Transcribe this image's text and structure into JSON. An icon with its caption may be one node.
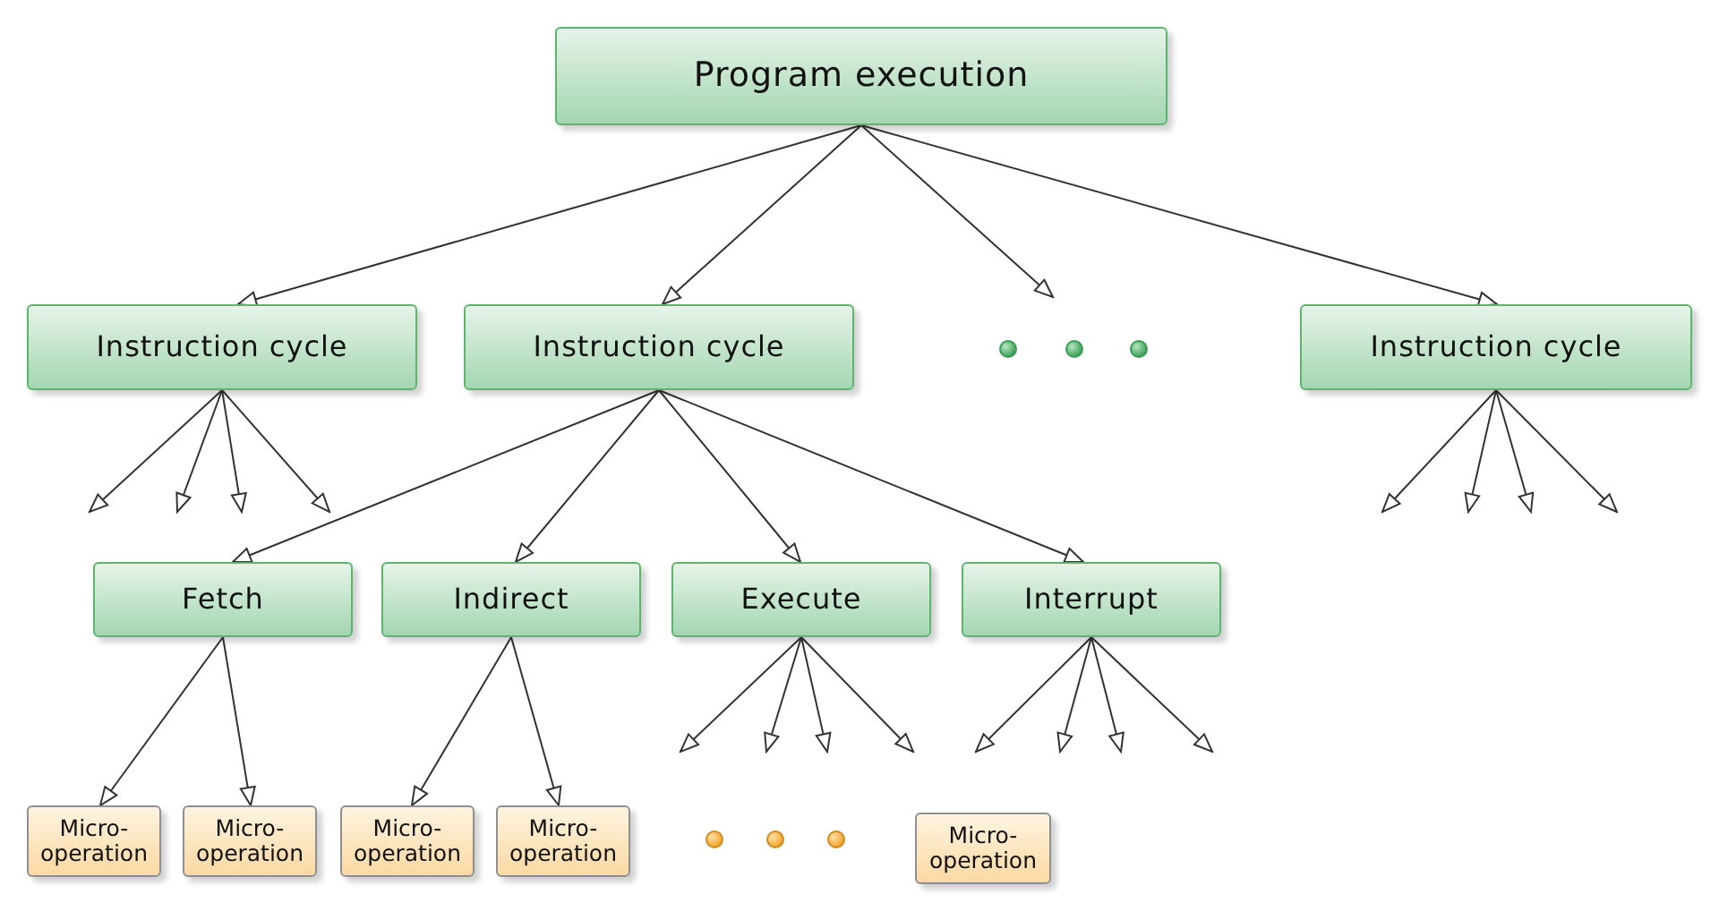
{
  "diagram": {
    "nodes": [
      {
        "text": [
          "Program execution"
        ]
      },
      {
        "text": [
          "Instruction cycle"
        ]
      },
      {
        "text": [
          "Instruction cycle"
        ]
      },
      {
        "text": [
          "Instruction cycle"
        ]
      },
      {
        "text": [
          "Fetch"
        ]
      },
      {
        "text": [
          "Indirect"
        ]
      },
      {
        "text": [
          "Execute"
        ]
      },
      {
        "text": [
          "Interrupt"
        ]
      },
      {
        "text": [
          "Micro-operation"
        ]
      },
      {
        "text": [
          "Micro-operation"
        ]
      },
      {
        "text": [
          "Micro-operation"
        ]
      },
      {
        "text": [
          "Micro-operation"
        ]
      },
      {
        "text": [
          "Micro-operation"
        ]
      }
    ],
    "edges": [
      {
        "from": 0,
        "to": 1,
        "arrow": "to"
      },
      {
        "from": 0,
        "to": 2,
        "arrow": "to"
      },
      {
        "from": 0,
        "to": null,
        "arrow": "to"
      },
      {
        "from": 0,
        "to": 3,
        "arrow": "to"
      },
      {
        "from": 1,
        "to": null,
        "arrow": "to"
      },
      {
        "from": 1,
        "to": null,
        "arrow": "to"
      },
      {
        "from": 1,
        "to": null,
        "arrow": "to"
      },
      {
        "from": 1,
        "to": null,
        "arrow": "to"
      },
      {
        "from": 2,
        "to": 4,
        "arrow": "to"
      },
      {
        "from": 2,
        "to": 5,
        "arrow": "to"
      },
      {
        "from": 2,
        "to": 6,
        "arrow": "to"
      },
      {
        "from": 2,
        "to": 7,
        "arrow": "to"
      },
      {
        "from": 3,
        "to": null,
        "arrow": "to"
      },
      {
        "from": 3,
        "to": null,
        "arrow": "to"
      },
      {
        "from": 3,
        "to": null,
        "arrow": "to"
      },
      {
        "from": 3,
        "to": null,
        "arrow": "to"
      },
      {
        "from": 4,
        "to": 8,
        "arrow": "to"
      },
      {
        "from": 4,
        "to": 9,
        "arrow": "to"
      },
      {
        "from": 5,
        "to": 10,
        "arrow": "to"
      },
      {
        "from": 5,
        "to": 11,
        "arrow": "to"
      },
      {
        "from": 6,
        "to": null,
        "arrow": "to"
      },
      {
        "from": 6,
        "to": null,
        "arrow": "to"
      },
      {
        "from": 6,
        "to": null,
        "arrow": "to"
      },
      {
        "from": 6,
        "to": null,
        "arrow": "to"
      },
      {
        "from": 7,
        "to": null,
        "arrow": "to"
      },
      {
        "from": 7,
        "to": null,
        "arrow": "to"
      },
      {
        "from": 7,
        "to": null,
        "arrow": "to"
      },
      {
        "from": 7,
        "to": null,
        "arrow": "to"
      }
    ]
  }
}
